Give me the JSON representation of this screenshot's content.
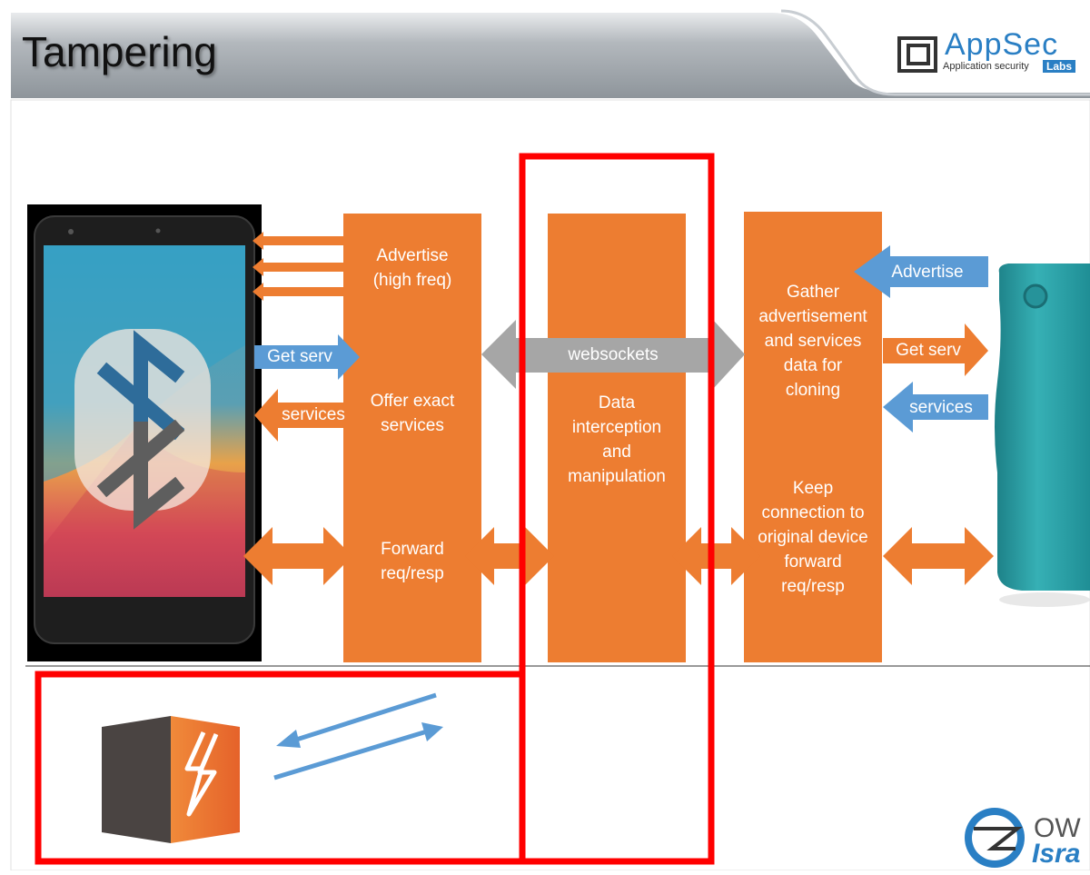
{
  "slide": {
    "title": "Tampering"
  },
  "logos": {
    "appsec": {
      "name": "AppSec",
      "tagline": "Application security",
      "badge": "Labs"
    },
    "owasp": {
      "line1": "OW",
      "line2": "Isra"
    }
  },
  "diagram": {
    "left_box": {
      "advertise": [
        "Advertise",
        "(high freq)"
      ],
      "offer": [
        "Offer exact",
        "services"
      ],
      "forward": [
        "Forward",
        "req/resp"
      ]
    },
    "middle_box": {
      "text": [
        "Data",
        "interception",
        "and",
        "manipulation"
      ]
    },
    "right_box": {
      "gather": [
        "Gather",
        "advertisement",
        "and services",
        "data for",
        "cloning"
      ],
      "keep": [
        "Keep",
        "connection to",
        "original device",
        "forward",
        "req/resp"
      ]
    },
    "arrows": {
      "get_serv_left": "Get serv",
      "services_left": "services",
      "websockets": "websockets",
      "advertise_right": "Advertise",
      "get_serv_right": "Get serv",
      "services_right": "services"
    }
  },
  "icons": [
    "bluetooth-icon",
    "smartphone",
    "smart-water-bottle",
    "burp-suite-logo",
    "appsec-labs-logo",
    "owasp-israel-logo"
  ],
  "colors": {
    "orange": "#ed7d31",
    "blue_arrow": "#5b9bd5",
    "gray_arrow": "#a6a6a6",
    "highlight": "#ff0000",
    "header": "#9ea4aa"
  }
}
